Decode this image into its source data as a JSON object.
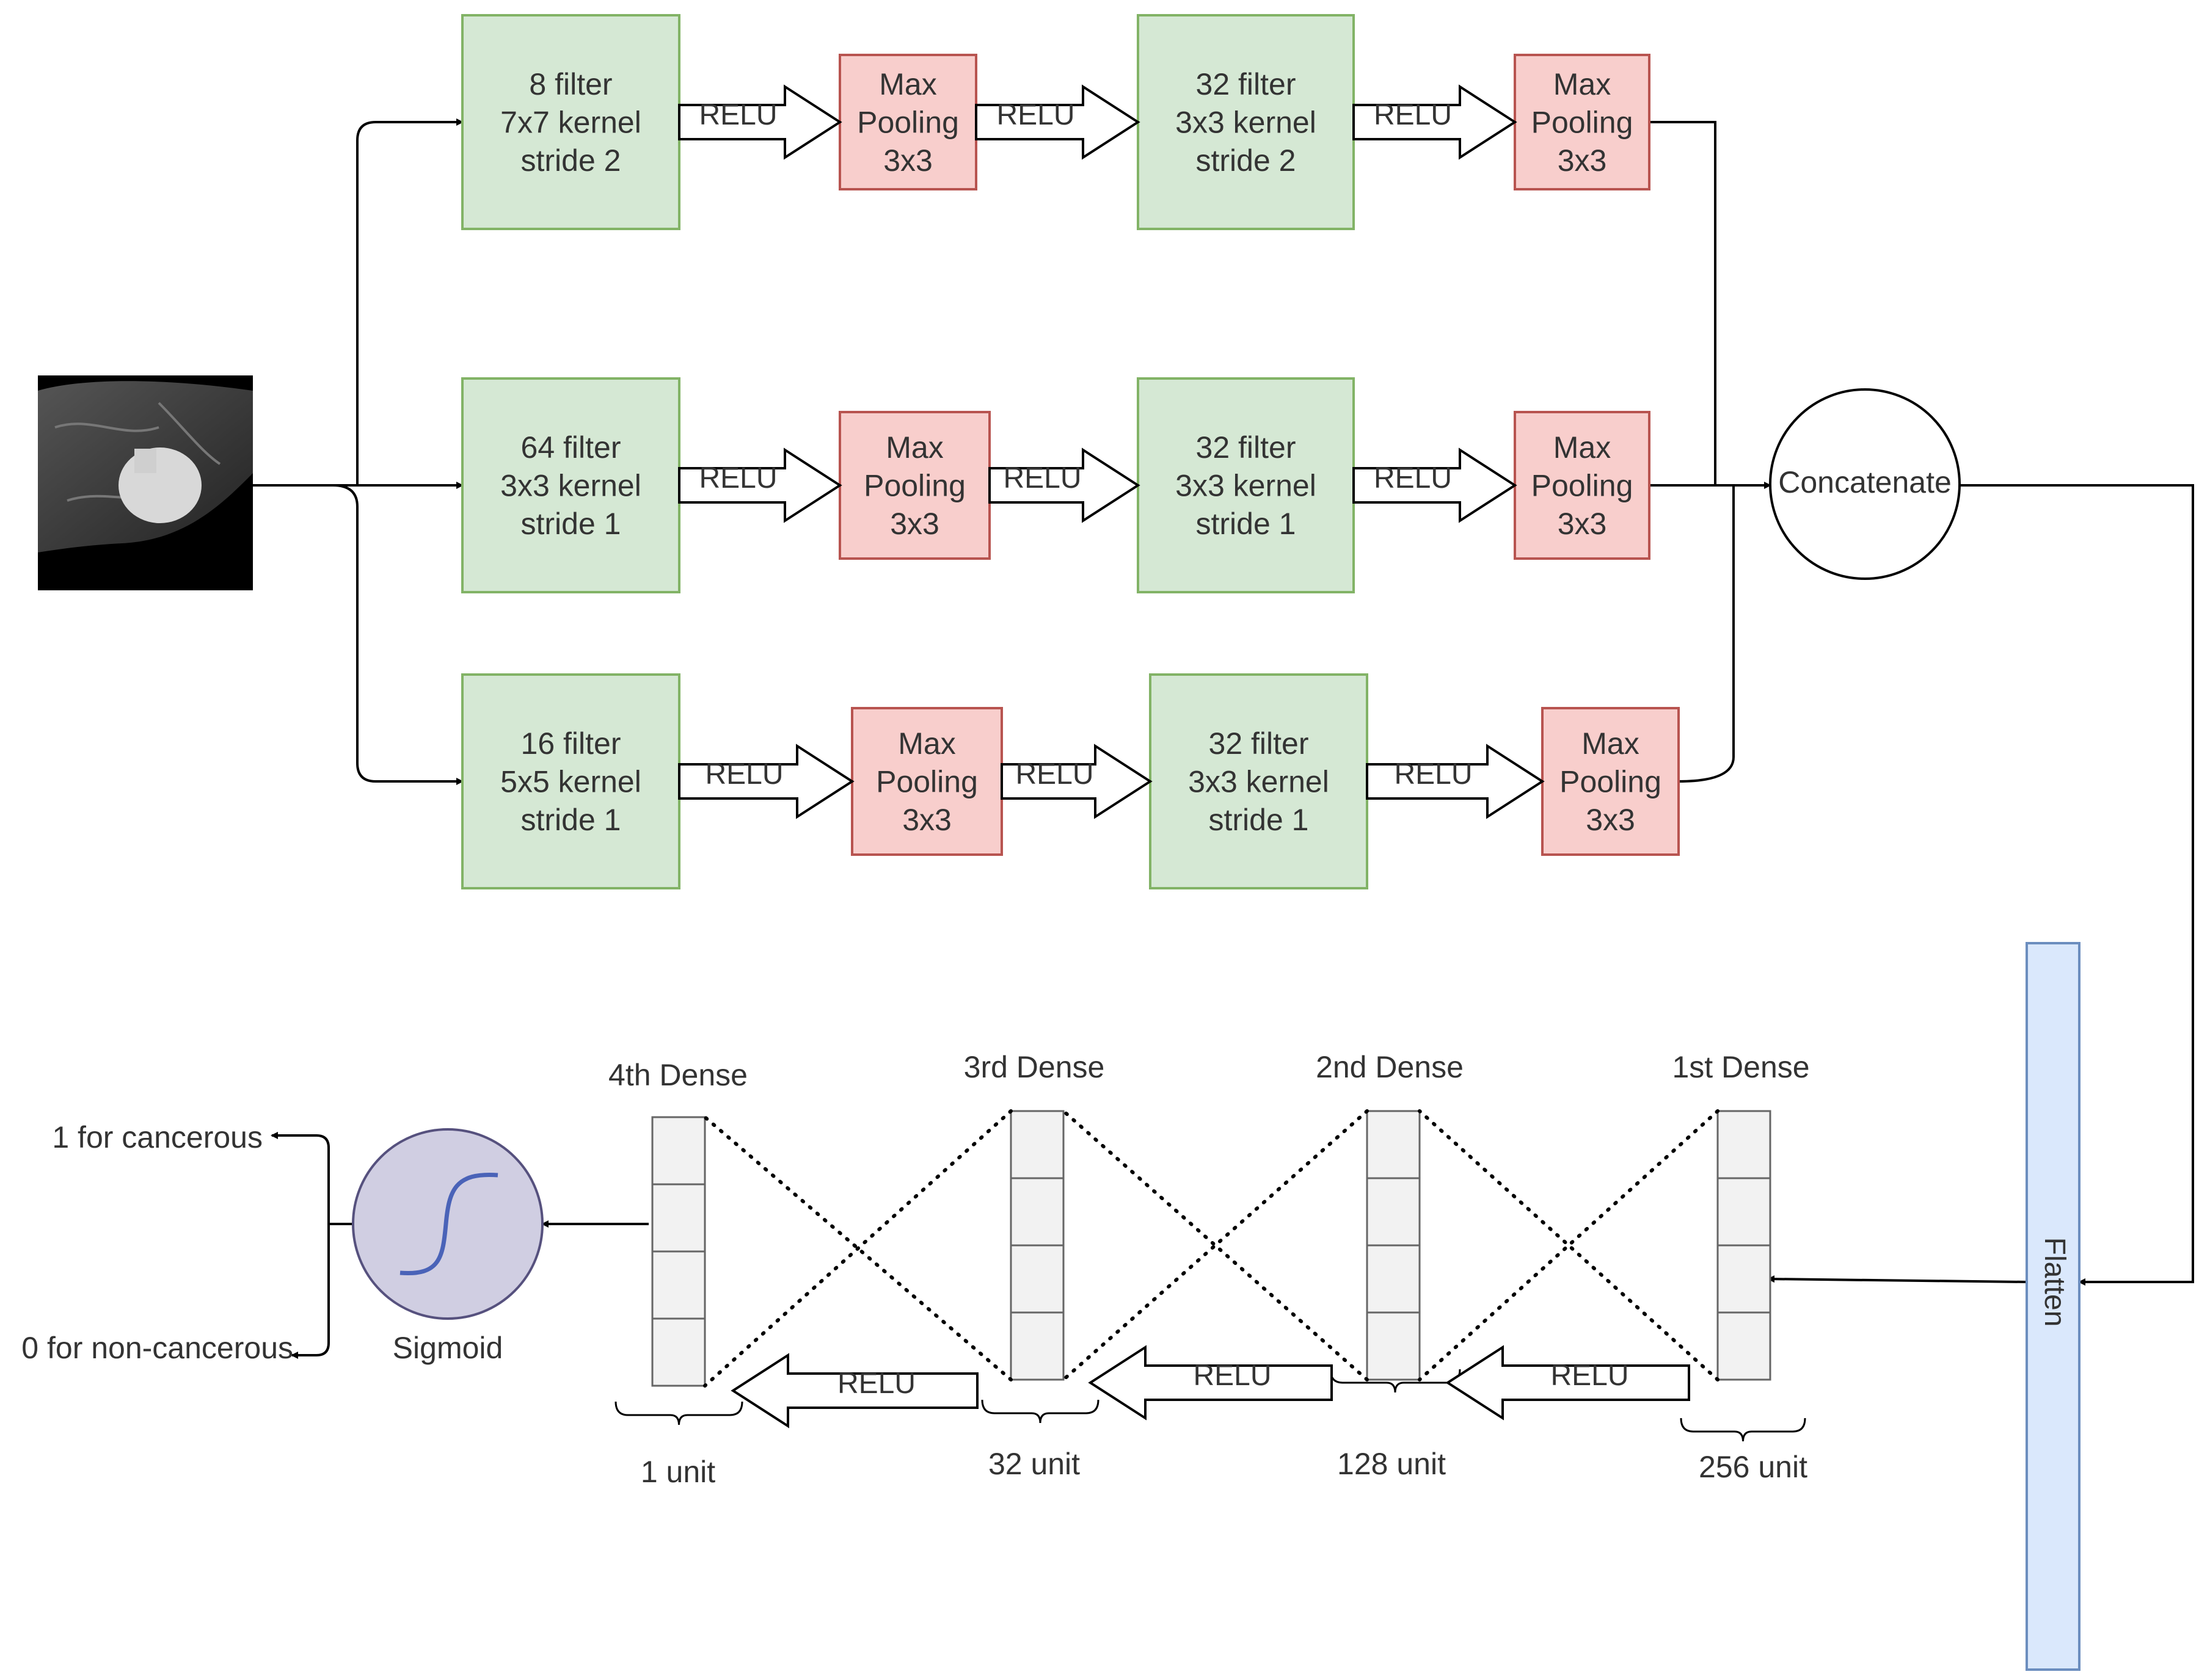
{
  "input_image": {
    "name": "mammogram-patch",
    "shown": true
  },
  "branches": [
    {
      "conv1": [
        "8 filter",
        "7x7 kernel",
        "stride 2"
      ],
      "relu1": "RELU",
      "pool1": [
        "Max",
        "Pooling",
        "3x3"
      ],
      "relu2": "RELU",
      "conv2": [
        "32 filter",
        "3x3 kernel",
        "stride 2"
      ],
      "relu3": "RELU",
      "pool2": [
        "Max",
        "Pooling",
        "3x3"
      ]
    },
    {
      "conv1": [
        "64 filter",
        "3x3 kernel",
        "stride 1"
      ],
      "relu1": "RELU",
      "pool1": [
        "Max",
        "Pooling",
        "3x3"
      ],
      "relu2": "RELU",
      "conv2": [
        "32 filter",
        "3x3 kernel",
        "stride 1"
      ],
      "relu3": "RELU",
      "pool2": [
        "Max",
        "Pooling",
        "3x3"
      ]
    },
    {
      "conv1": [
        "16 filter",
        "5x5 kernel",
        "stride 1"
      ],
      "relu1": "RELU",
      "pool1": [
        "Max",
        "Pooling",
        "3x3"
      ],
      "relu2": "RELU",
      "conv2": [
        "32 filter",
        "3x3 kernel",
        "stride 1"
      ],
      "relu3": "RELU",
      "pool2": [
        "Max",
        "Pooling",
        "3x3"
      ]
    }
  ],
  "concatenate": "Concatenate",
  "flatten": "Flatten",
  "dense": [
    {
      "title": "1st Dense",
      "units": "256 unit"
    },
    {
      "title": "2nd Dense",
      "units": "128 unit"
    },
    {
      "title": "3rd Dense",
      "units": "32 unit"
    },
    {
      "title": "4th Dense",
      "units": "1 unit"
    }
  ],
  "dense_relu": [
    "RELU",
    "RELU",
    "RELU"
  ],
  "sigmoid": "Sigmoid",
  "outputs": {
    "positive": "1 for cancerous",
    "negative": "0 for non-cancerous"
  },
  "colors": {
    "conv_fill": "#d5e8d4",
    "conv_stroke": "#82b366",
    "pool_fill": "#f8cecc",
    "pool_stroke": "#b85450",
    "flatten_fill": "#dae8fc",
    "flatten_stroke": "#6c8ebf",
    "sigmoid_fill": "#d0cee2",
    "sigmoid_stroke": "#56517e",
    "sigmoid_curve": "#4a63b8",
    "cell_fill": "#f2f2f2",
    "cell_stroke": "#666666"
  }
}
